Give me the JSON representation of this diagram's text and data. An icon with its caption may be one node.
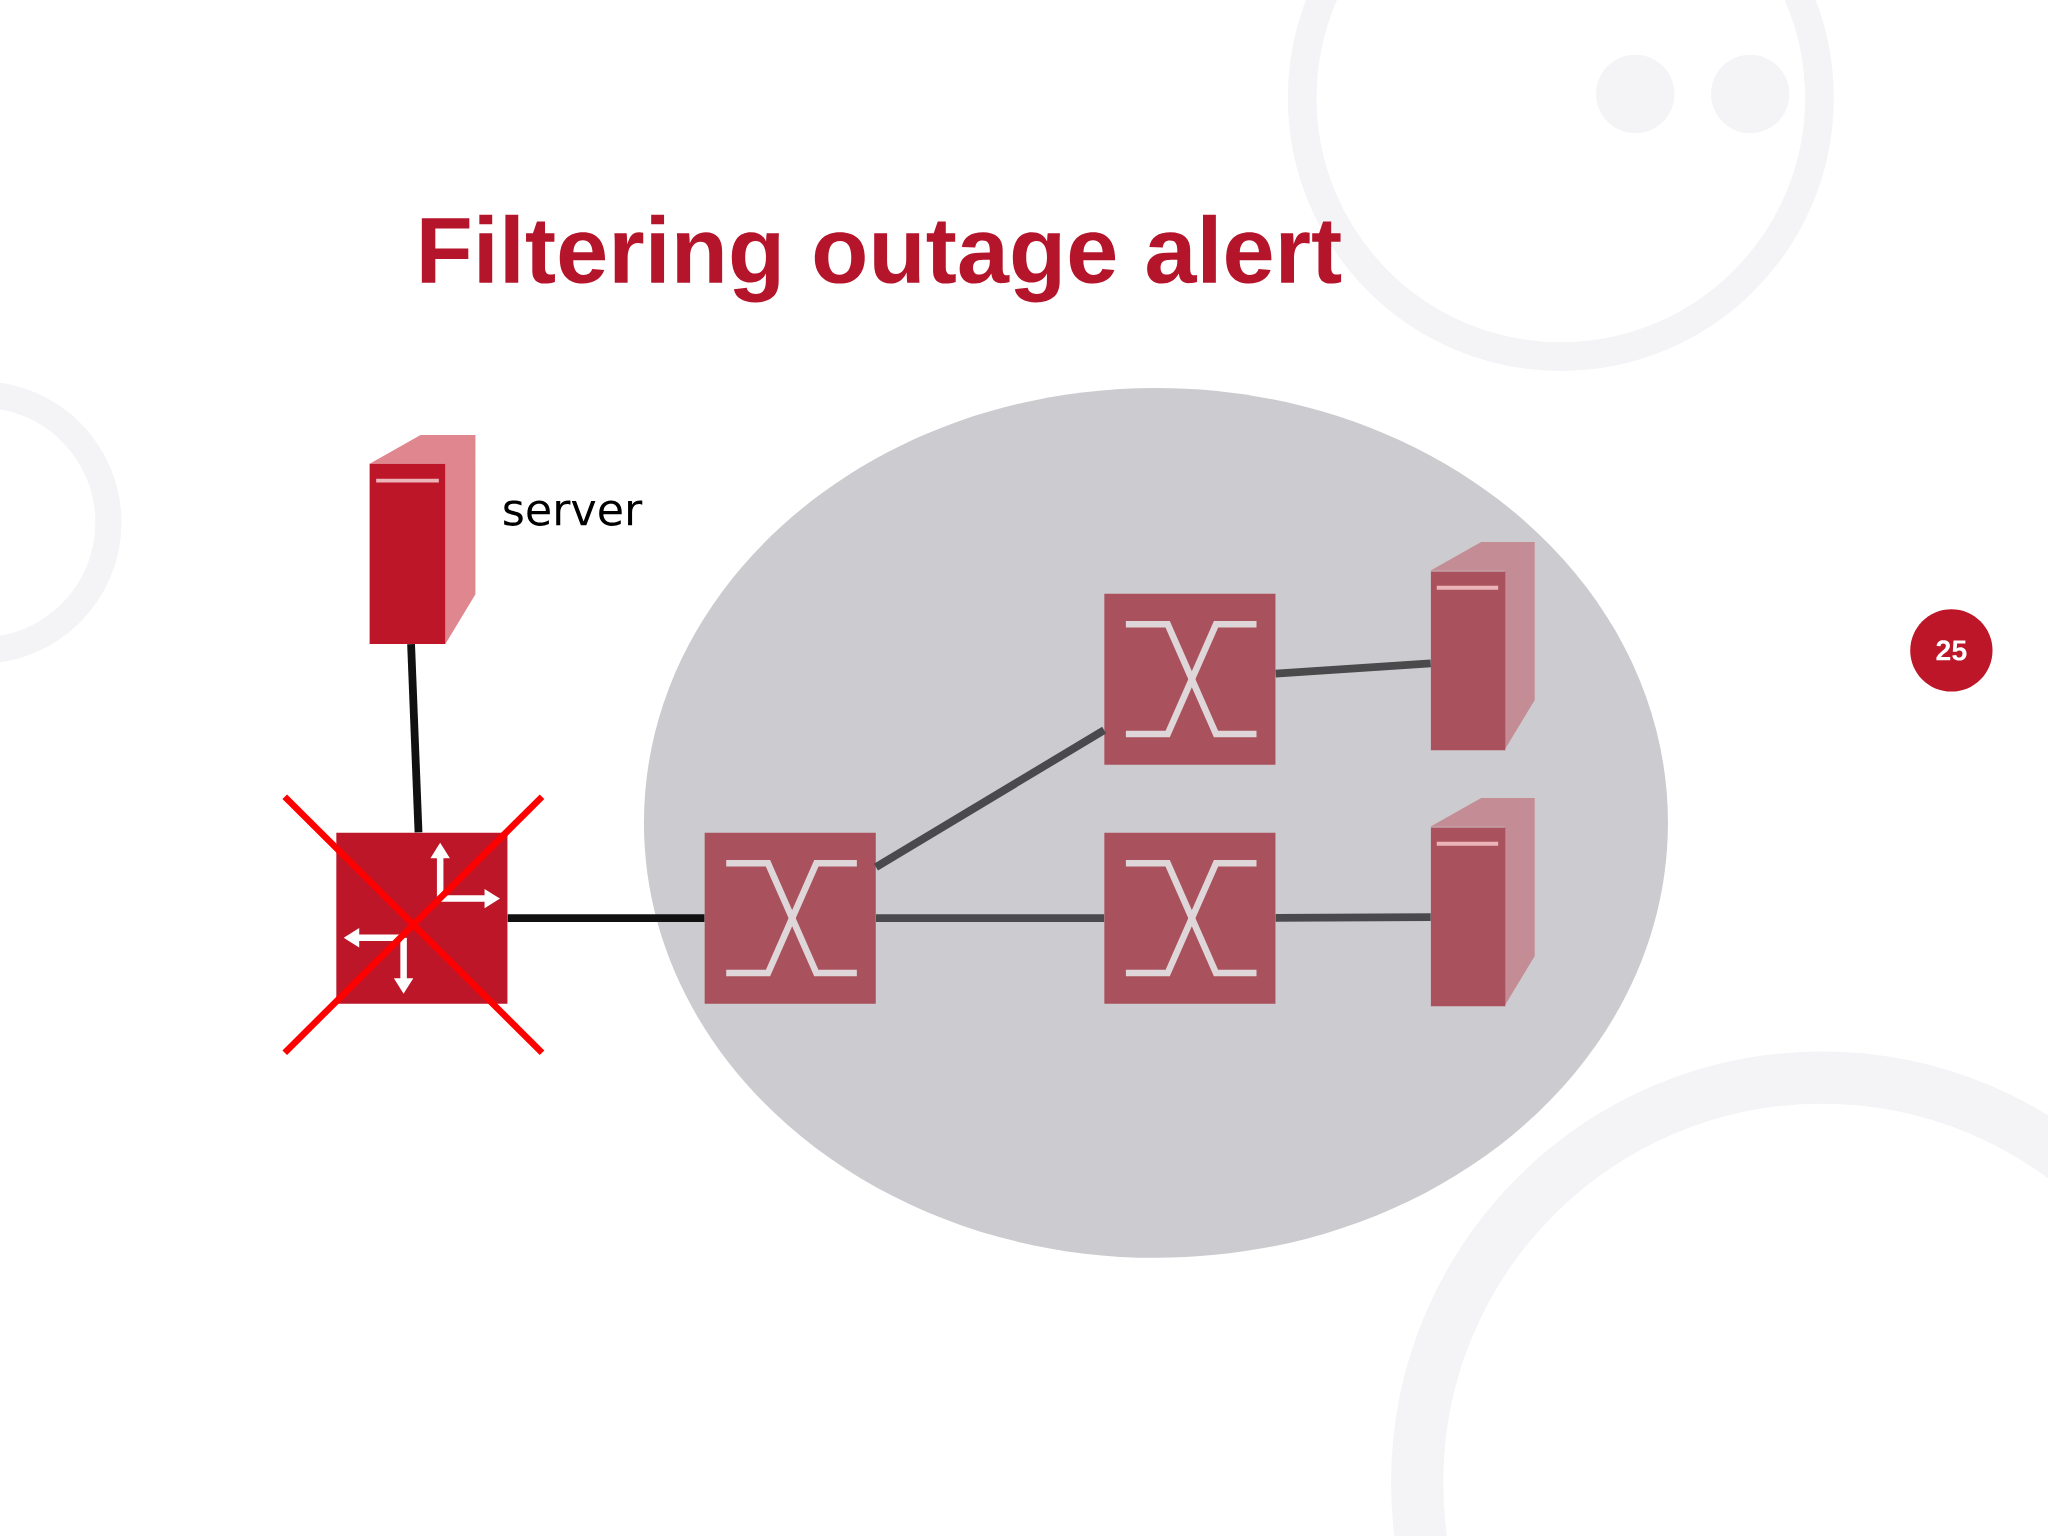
{
  "diagram": {
    "title": "Filtering outage alert",
    "nodes": [
      {
        "text": [],
        "shape": "server",
        "beside": [
          "server"
        ]
      },
      {
        "text": [],
        "shape": "router"
      },
      {
        "text": [],
        "shape": "ellipse"
      },
      {
        "text": [],
        "shape": "switch",
        "in": 2
      },
      {
        "text": [],
        "shape": "switch",
        "in": 2
      },
      {
        "text": [],
        "shape": "switch",
        "in": 2
      },
      {
        "text": [],
        "shape": "server",
        "in": 2
      },
      {
        "text": [],
        "shape": "server",
        "in": 2
      }
    ],
    "edges": [
      {
        "from": 0,
        "to": 1,
        "arrow": "none",
        "color": "#111111"
      },
      {
        "from": 1,
        "to": 3,
        "arrow": "none",
        "color": "#111111"
      },
      {
        "from": 3,
        "to": 4,
        "arrow": "none"
      },
      {
        "from": 3,
        "to": 5,
        "arrow": "none"
      },
      {
        "from": 4,
        "to": 6,
        "arrow": "none"
      },
      {
        "from": 5,
        "to": 7,
        "arrow": "none"
      }
    ],
    "labels": [
      "25"
    ]
  }
}
